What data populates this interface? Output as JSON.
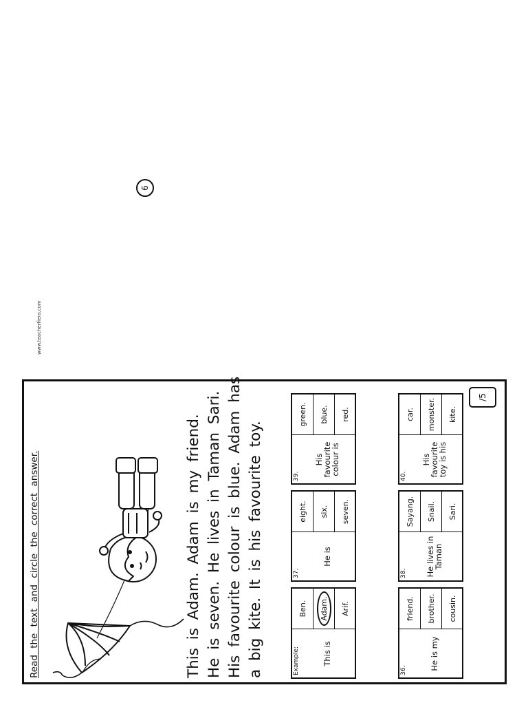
{
  "worksheet": {
    "website": "www.teacherfiera.com",
    "instruction": "Read the text and circle the correct answer.",
    "passage_lines": [
      "This is Adam. Adam is my friend.",
      "He is seven. He lives in Taman Sari.",
      "His favourite colour is blue. Adam has",
      "a big kite. It is his favourite toy."
    ],
    "page_number": "6",
    "score": "/5"
  },
  "questions": [
    {
      "number": "Example:",
      "stem": "This is",
      "options": [
        "Ben.",
        "Adam.",
        "Arif."
      ],
      "circled_index": 1
    },
    {
      "number": "36.",
      "stem": "He is my",
      "options": [
        "friend.",
        "brother.",
        "cousin."
      ],
      "circled_index": -1
    },
    {
      "number": "37.",
      "stem": "He is",
      "options": [
        "eight.",
        "six.",
        "seven."
      ],
      "circled_index": -1
    },
    {
      "number": "38.",
      "stem": "He lives in Taman",
      "options": [
        "Sayang.",
        "Snail.",
        "Sari."
      ],
      "circled_index": -1
    },
    {
      "number": "39.",
      "stem": "His favourite colour is",
      "options": [
        "green.",
        "blue.",
        "red."
      ],
      "circled_index": -1
    },
    {
      "number": "40.",
      "stem": "His favourite toy is his",
      "options": [
        "car.",
        "monster.",
        "kite."
      ],
      "circled_index": -1
    }
  ]
}
